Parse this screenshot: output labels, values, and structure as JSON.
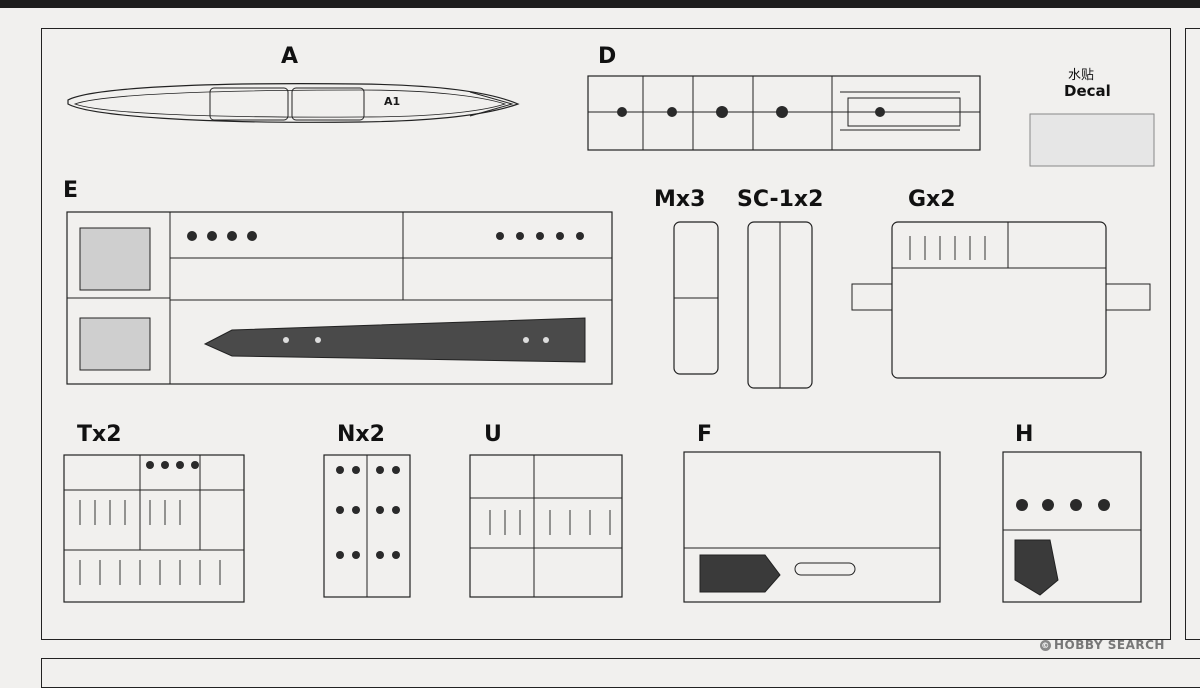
{
  "labels": {
    "A": "A",
    "D": "D",
    "E": "E",
    "M": "Mx3",
    "SC": "SC-1x2",
    "G": "Gx2",
    "T": "Tx2",
    "N": "Nx2",
    "U": "U",
    "F": "F",
    "H": "H"
  },
  "decal": {
    "cn": "水贴",
    "en": "Decal"
  },
  "hull_part": "A1",
  "watermark": "HOBBY SEARCH"
}
